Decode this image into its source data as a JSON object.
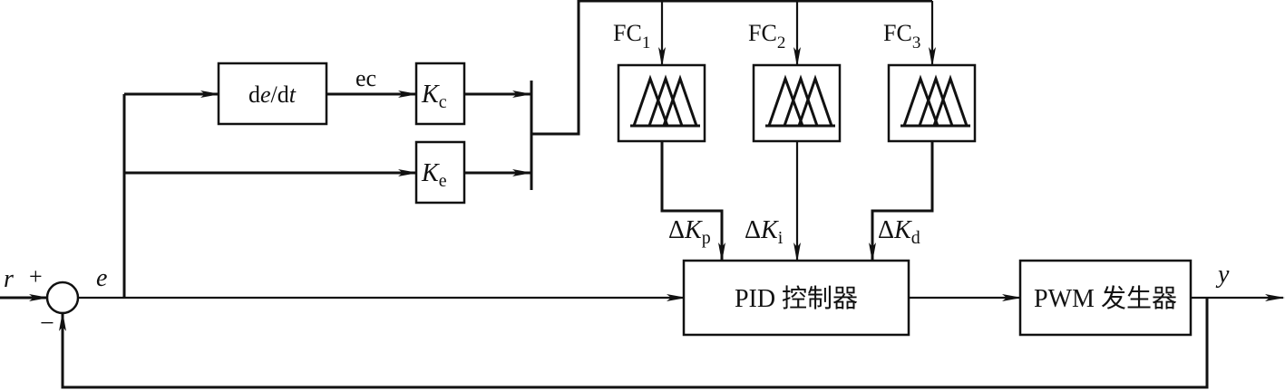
{
  "diagram": {
    "signals": {
      "reference": "r",
      "plus_sign": "+",
      "minus_sign": "−",
      "error": "e",
      "error_change": "ec",
      "output": "y"
    },
    "blocks": {
      "derivative": {
        "label_d1": "d",
        "label_e": "e",
        "label_slash": "/d",
        "label_t": "t"
      },
      "gain_c": {
        "main": "K",
        "sub": "c"
      },
      "gain_e": {
        "main": "K",
        "sub": "e"
      },
      "pid": {
        "label": "PID 控制器"
      },
      "pwm": {
        "label": "PWM 发生器"
      }
    },
    "fuzzy_controllers": [
      {
        "main": "FC",
        "sub": "1"
      },
      {
        "main": "FC",
        "sub": "2"
      },
      {
        "main": "FC",
        "sub": "3"
      }
    ],
    "adjustments": [
      {
        "delta": "Δ",
        "main": "K",
        "sub": "p"
      },
      {
        "delta": "Δ",
        "main": "K",
        "sub": "i"
      },
      {
        "delta": "Δ",
        "main": "K",
        "sub": "d"
      }
    ]
  }
}
